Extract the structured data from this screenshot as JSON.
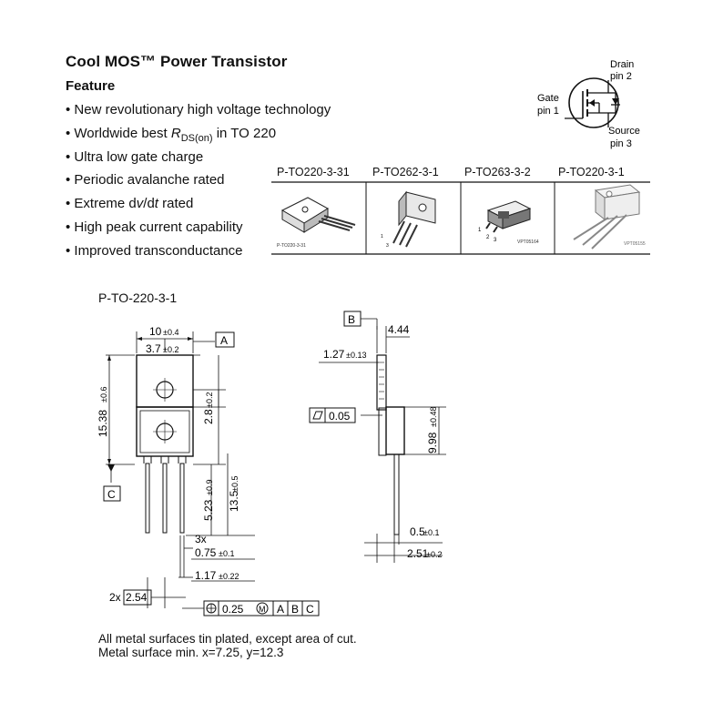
{
  "header": {
    "title": "Cool MOS™ Power Transistor",
    "feature_heading": "Feature"
  },
  "features": [
    "New revolutionary high voltage technology",
    "Worldwide best R",
    "Ultra low gate charge",
    "Periodic avalanche rated",
    "Extreme dv/dt rated",
    "High peak current capability",
    "Improved transconductance"
  ],
  "rds": {
    "sub": "DS(on)",
    "suffix": " in TO 220"
  },
  "symbol": {
    "drain": "Drain",
    "drain_pin": "pin 2",
    "gate": "Gate",
    "gate_pin": "pin 1",
    "source": "Source",
    "source_pin": "pin 3"
  },
  "packages": [
    {
      "name": "P-TO220-3-31",
      "code": "P-TO220-3-31"
    },
    {
      "name": "P-TO262-3-1",
      "code": ""
    },
    {
      "name": "P-TO263-3-2",
      "code": "VPT05164"
    },
    {
      "name": "P-TO220-3-1",
      "code": "VPT05155"
    }
  ],
  "drawing": {
    "title": "P-TO-220-3-1",
    "dims": {
      "w10": "10",
      "w10_tol": "±0.4",
      "w37": "3.7",
      "w37_tol": "±0.2",
      "ref_a": "A",
      "ref_b": "B",
      "ref_c": "C",
      "h1538": "15.38",
      "h1538_tol": "±0.6",
      "h28": "2.8",
      "h28_tol": "±0.2",
      "h523": "5.23",
      "h523_tol": "±0.9",
      "h135": "13.5",
      "h135_tol": "±0.5",
      "pins3x": "3x",
      "w075": "0.75",
      "w075_tol": "±0.1",
      "w117": "1.17",
      "w117_tol": "±0.22",
      "pitch_count": "2x",
      "pitch": "2.54",
      "pos_tol": "0.25",
      "pos_refs": [
        "A",
        "B",
        "C"
      ],
      "s444": "4.44",
      "s127": "1.27",
      "s127_tol": "±0.13",
      "flat": "0.05",
      "h998": "9.98",
      "h998_tol": "±0.48",
      "w05": "0.5",
      "w05_tol": "±0.1",
      "w251": "2.51",
      "w251_tol": "±0.2"
    }
  },
  "notes": [
    "All metal surfaces tin plated, except area of cut.",
    "Metal surface min. x=7.25, y=12.3"
  ]
}
